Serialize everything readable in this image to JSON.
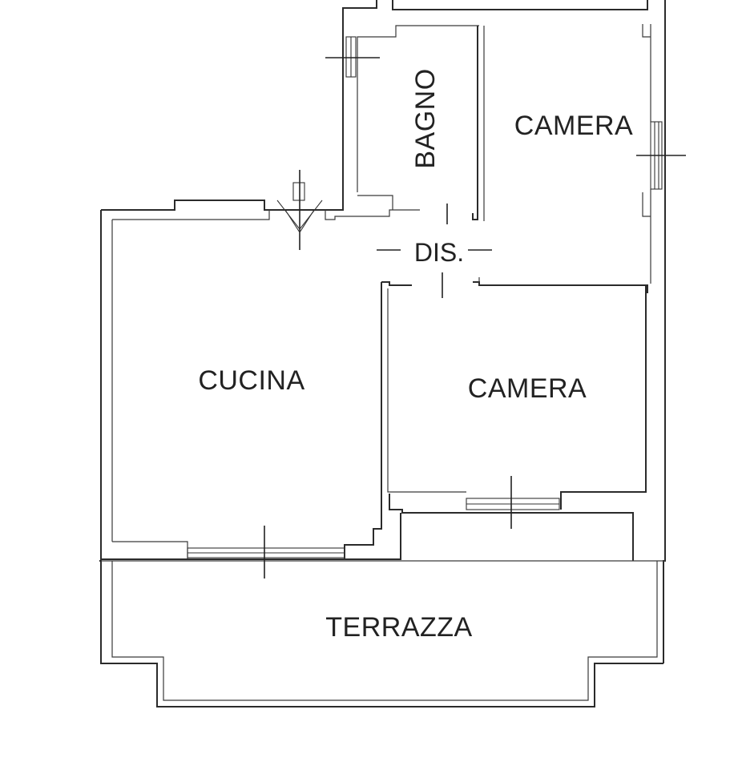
{
  "rooms": {
    "bagno": "BAGNO",
    "camera_top": "CAMERA",
    "dis": "DIS.",
    "cucina": "CUCINA",
    "camera_bottom": "CAMERA",
    "terrazza": "TERRAZZA"
  },
  "colors": {
    "line": "#2b2b2b",
    "background": "#ffffff"
  }
}
